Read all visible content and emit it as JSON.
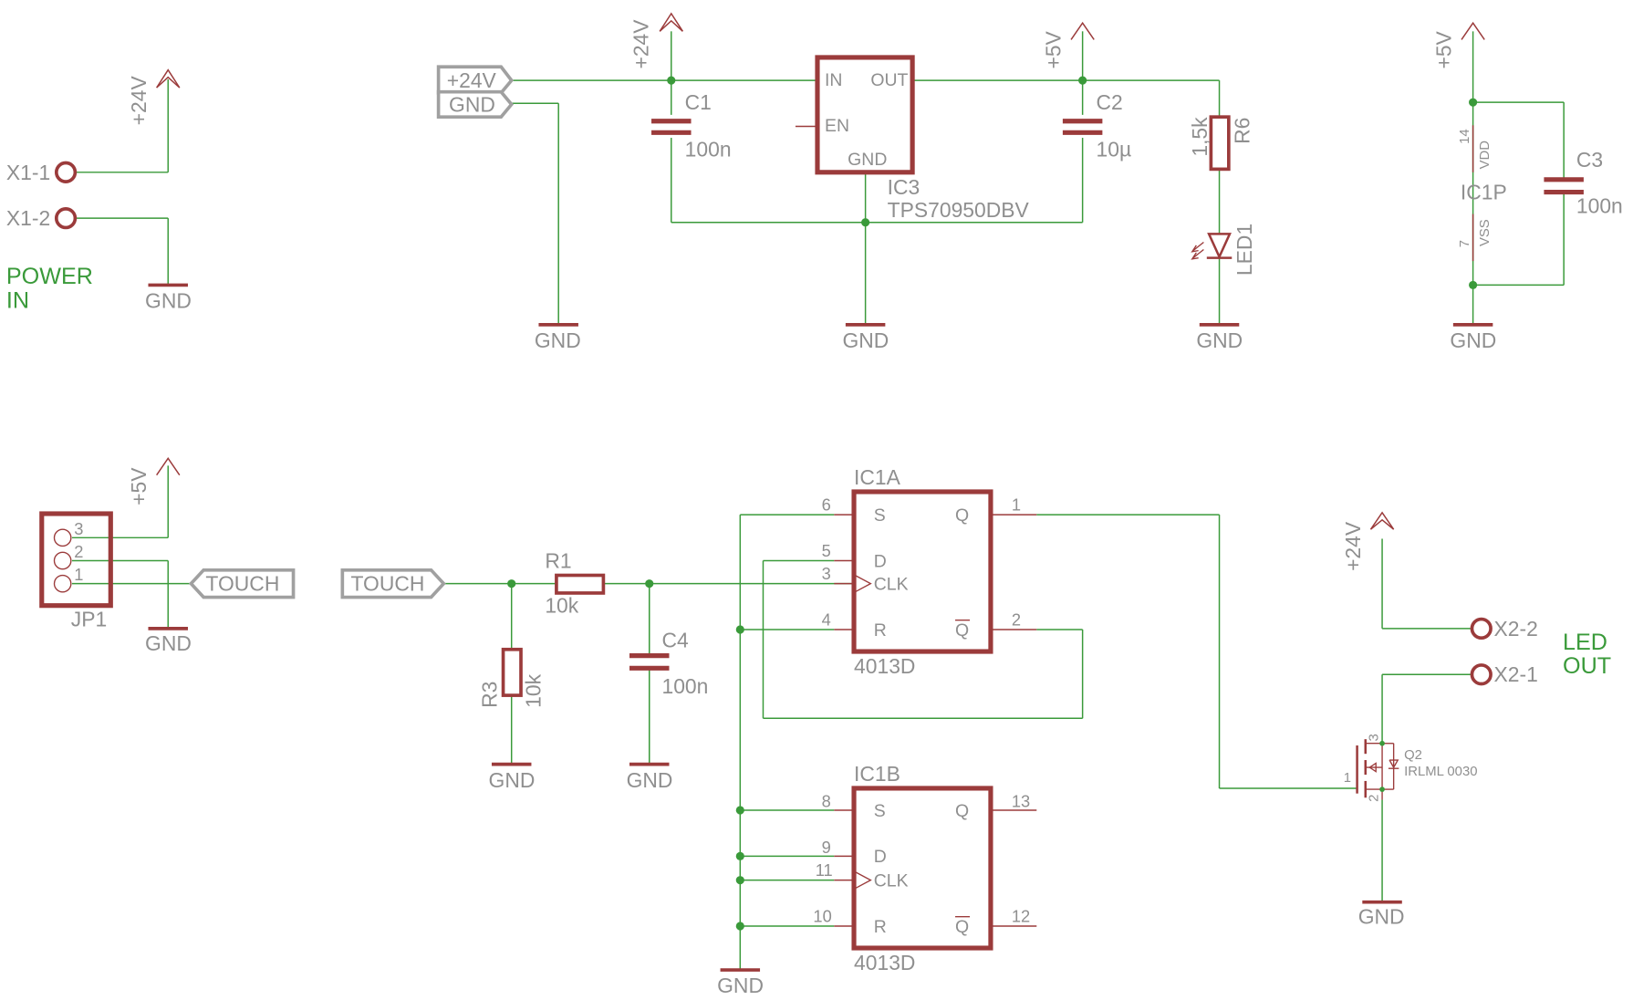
{
  "labels": {
    "power_in_l1": "POWER",
    "power_in_l2": "IN",
    "led_out_l1": "LED",
    "led_out_l2": "OUT"
  },
  "supplies": {
    "p24v": "+24V",
    "p5v": "+5V",
    "gnd": "GND"
  },
  "connectors": {
    "x1_1": "X1-1",
    "x1_2": "X1-2",
    "x2_1": "X2-1",
    "x2_2": "X2-2",
    "jp1": "JP1",
    "jp1_pin1": "1",
    "jp1_pin2": "2",
    "jp1_pin3": "3"
  },
  "net_flags": {
    "p24v": "+24V",
    "gnd": "GND",
    "touch": "TOUCH"
  },
  "regulator": {
    "name": "IC3",
    "value": "TPS70950DBV",
    "pin_in": "IN",
    "pin_out": "OUT",
    "pin_en": "EN",
    "pin_gnd": "GND"
  },
  "caps": {
    "c1": "C1",
    "c1_val": "100n",
    "c2": "C2",
    "c2_val": "10µ",
    "c3": "C3",
    "c3_val": "100n",
    "c4": "C4",
    "c4_val": "100n"
  },
  "resistors": {
    "r1": "R1",
    "r1_val": "10k",
    "r3": "R3",
    "r3_val": "10k",
    "r6": "R6",
    "r6_val": "1,5k"
  },
  "led": {
    "name": "LED1"
  },
  "ic1p": {
    "name": "IC1P",
    "vdd": "VDD",
    "vss": "VSS",
    "pin14": "14",
    "pin7": "7"
  },
  "ic1a": {
    "name": "IC1A",
    "value": "4013D",
    "s": "S",
    "d": "D",
    "clk": "CLK",
    "r": "R",
    "q": "Q",
    "qbar": "Q",
    "p6": "6",
    "p5": "5",
    "p3": "3",
    "p4": "4",
    "p1": "1",
    "p2": "2"
  },
  "ic1b": {
    "name": "IC1B",
    "value": "4013D",
    "s": "S",
    "d": "D",
    "clk": "CLK",
    "r": "R",
    "q": "Q",
    "qbar": "Q",
    "p8": "8",
    "p9": "9",
    "p11": "11",
    "p10": "10",
    "p13": "13",
    "p12": "12"
  },
  "mosfet": {
    "name": "Q2",
    "value": "IRLML 0030",
    "p1": "1",
    "p2": "2",
    "p3": "3"
  },
  "colors": {
    "wire": "#3a9a3a",
    "symbol": "#9b3b3b",
    "text": "#8f8f8f",
    "net_flag": "#a0a0a0"
  }
}
